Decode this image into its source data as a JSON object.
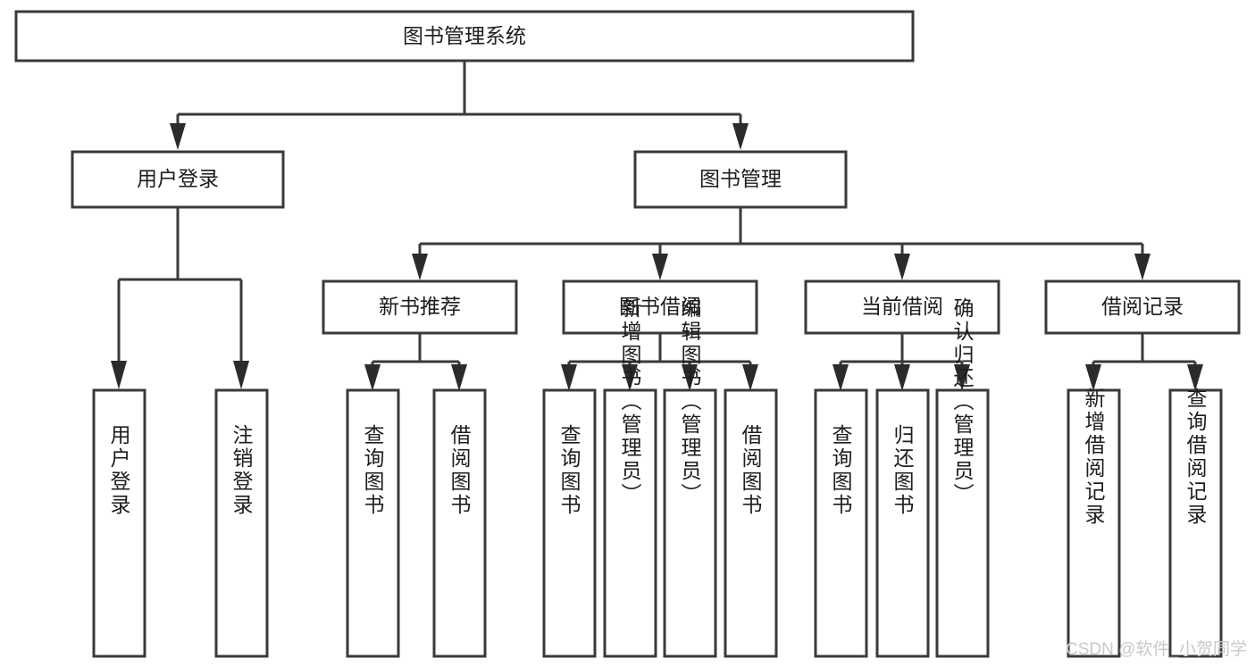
{
  "diagram": {
    "title": "图书管理系统",
    "type": "tree-hierarchy-diagram",
    "colors": {
      "box_stroke": "#3a3a3a",
      "box_fill": "#ffffff",
      "connector": "#3a3a3a",
      "text": "#1d1d1d",
      "watermark": "#c9c9c9",
      "background": "#ffffff"
    },
    "root": {
      "label": "图书管理系统"
    },
    "level2": [
      {
        "label": "用户登录"
      },
      {
        "label": "图书管理"
      }
    ],
    "level3": [
      {
        "label": "新书推荐"
      },
      {
        "label": "图书借阅"
      },
      {
        "label": "当前借阅"
      },
      {
        "label": "借阅记录"
      }
    ],
    "leaves": {
      "user_login": [
        {
          "label": "用户登录"
        },
        {
          "label": "注销登录"
        }
      ],
      "new_book_recommend": [
        {
          "label": "查询图书"
        },
        {
          "label": "借阅图书"
        }
      ],
      "book_borrow": [
        {
          "label": "查询图书"
        },
        {
          "label": "新增图书（管理员）"
        },
        {
          "label": "编辑图书（管理员）"
        },
        {
          "label": "借阅图书"
        }
      ],
      "current_borrow": [
        {
          "label": "查询图书"
        },
        {
          "label": "归还图书"
        },
        {
          "label": "确认归还（管理员）"
        }
      ],
      "borrow_record": [
        {
          "label": "新增借阅记录"
        },
        {
          "label": "查询借阅记录"
        }
      ]
    }
  },
  "watermark": {
    "text": "CSDN @软件_小贺同学"
  }
}
